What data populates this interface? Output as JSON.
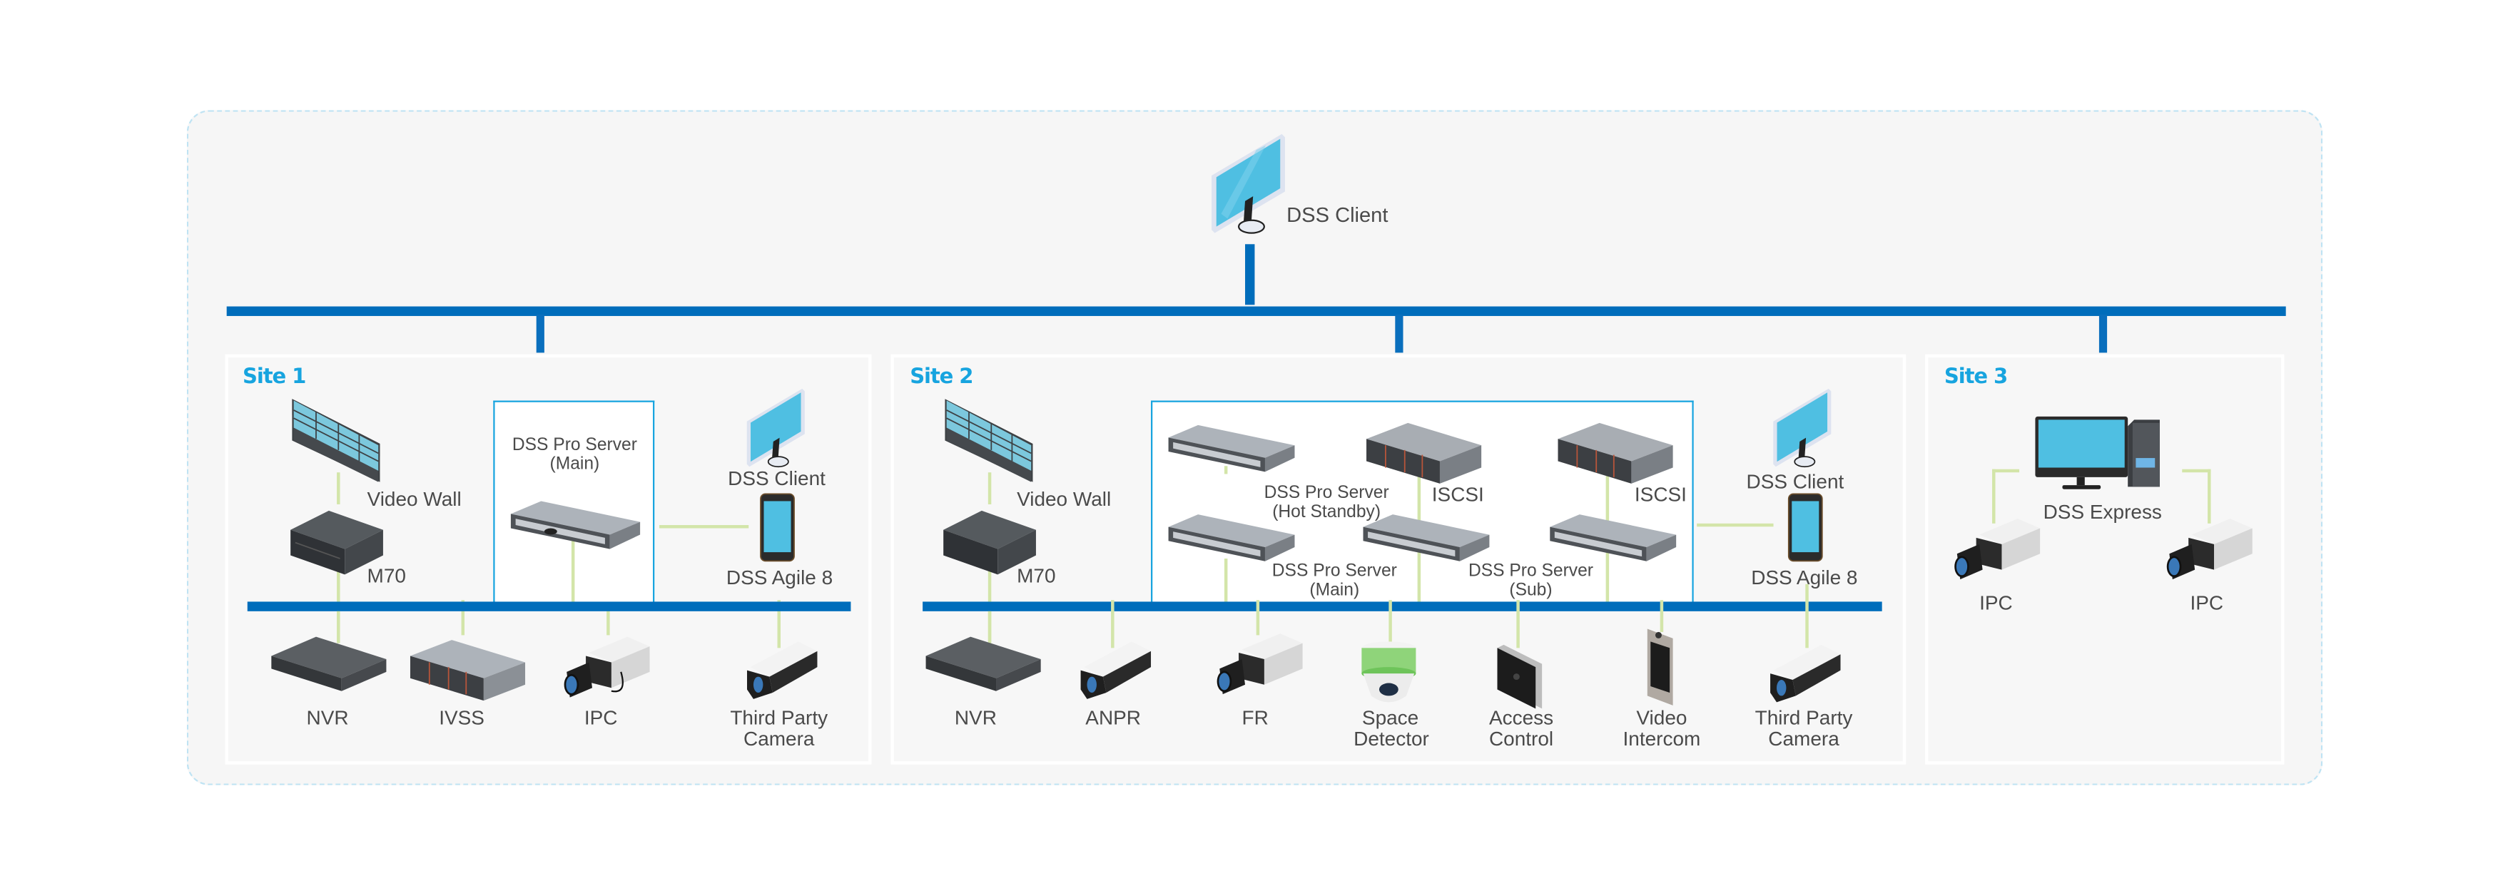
{
  "diagram": {
    "type": "network-topology",
    "colors": {
      "backbone": "#006dbb",
      "site_title": "#17a4df",
      "link": "#d3e5a9",
      "server_box_border": "#17a4df",
      "background": "#f6f6f6",
      "label": "#4a4a4a"
    },
    "top": {
      "dss_client": "DSS Client"
    },
    "sites": [
      {
        "title": "Site 1",
        "upper": {
          "video_wall": "Video Wall",
          "m70": "M70",
          "server_main": [
            "DSS Pro Server",
            "(Main)"
          ],
          "dss_client": "DSS Client",
          "dss_agile": "DSS Agile 8"
        },
        "devices": [
          {
            "label": [
              "NVR"
            ],
            "icon": "nvr"
          },
          {
            "label": [
              "IVSS"
            ],
            "icon": "ivss"
          },
          {
            "label": [
              "IPC"
            ],
            "icon": "ipc"
          },
          {
            "label": [
              "Third Party",
              "Camera"
            ],
            "icon": "bullet-camera"
          }
        ]
      },
      {
        "title": "Site 2",
        "upper": {
          "video_wall": "Video Wall",
          "m70": "M70",
          "server_hot_standby": [
            "DSS Pro Server",
            "(Hot Standby)"
          ],
          "iscsi_1": "ISCSI",
          "iscsi_2": "ISCSI",
          "server_main": [
            "DSS Pro Server",
            "(Main)"
          ],
          "server_sub": [
            "DSS Pro Server",
            "(Sub)"
          ],
          "dss_client": "DSS Client",
          "dss_agile": "DSS Agile 8"
        },
        "devices": [
          {
            "label": [
              "NVR"
            ],
            "icon": "nvr"
          },
          {
            "label": [
              "ANPR"
            ],
            "icon": "anpr-camera"
          },
          {
            "label": [
              "FR"
            ],
            "icon": "ipc"
          },
          {
            "label": [
              "Space",
              "Detector"
            ],
            "icon": "space-detector"
          },
          {
            "label": [
              "Access",
              "Control"
            ],
            "icon": "access-control"
          },
          {
            "label": [
              "Video",
              "Intercom"
            ],
            "icon": "video-intercom"
          },
          {
            "label": [
              "Third Party",
              "Camera"
            ],
            "icon": "bullet-camera"
          }
        ]
      },
      {
        "title": "Site 3",
        "upper": {
          "dss_express": "DSS Express"
        },
        "devices": [
          {
            "label": [
              "IPC"
            ],
            "icon": "ipc"
          },
          {
            "label": [
              "IPC"
            ],
            "icon": "ipc"
          }
        ]
      }
    ]
  }
}
